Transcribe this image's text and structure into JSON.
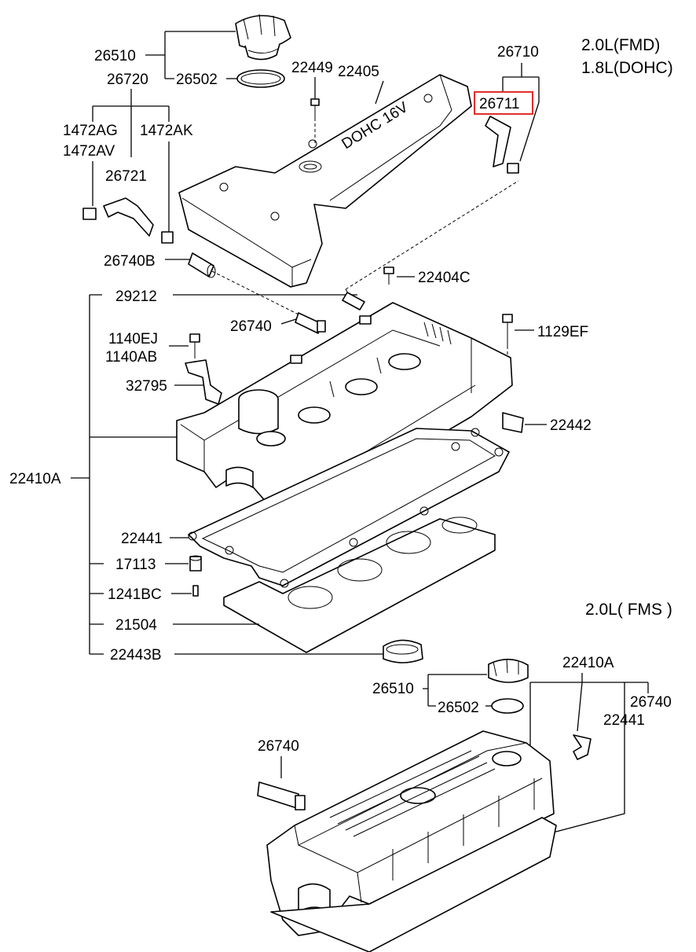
{
  "headers": {
    "variant_a_line1": "2.0L(FMD)",
    "variant_a_line2": "1.8L(DOHC)",
    "variant_b": "2.0L( FMS )"
  },
  "embossed_text": "DOHC 16V",
  "highlight_color": "#e0302a",
  "labels": {
    "l26510a": "26510",
    "l26502a": "26502",
    "l26720": "26720",
    "l1472ag": "1472AG",
    "l1472av": "1472AV",
    "l1472ak": "1472AK",
    "l26721": "26721",
    "l22449": "22449",
    "l22405": "22405",
    "l26710": "26710",
    "l26711": "26711",
    "l26740b": "26740B",
    "l22404c": "22404C",
    "l29212": "29212",
    "l26740a": "26740",
    "l1140ej": "1140EJ",
    "l1140ab": "1140AB",
    "l1129ef": "1129EF",
    "l32795": "32795",
    "l22442": "22442",
    "l22410aa": "22410A",
    "l22441a": "22441",
    "l17113": "17113",
    "l1241bc": "1241BC",
    "l21504": "21504",
    "l22443b": "22443B",
    "l22410ab": "22410A",
    "l26510b": "26510",
    "l26502b": "26502",
    "l26740c": "26740",
    "l22441b": "22441",
    "l26740d": "26740"
  }
}
